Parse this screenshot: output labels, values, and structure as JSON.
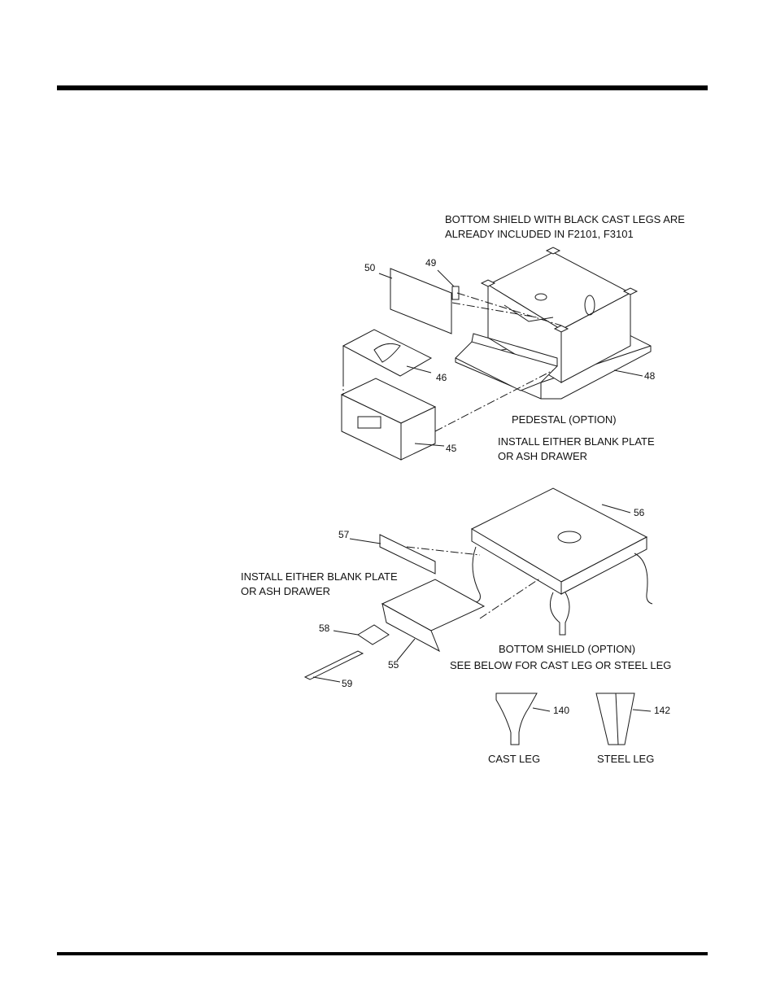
{
  "notes": {
    "bottom_shield_included_line1": "BOTTOM SHIELD WITH BLACK CAST LEGS ARE",
    "bottom_shield_included_line2": "ALREADY INCLUDED IN F2101, F3101",
    "pedestal": "PEDESTAL (OPTION)",
    "install_either_1_line1": "INSTALL EITHER BLANK PLATE",
    "install_either_1_line2": "OR ASH DRAWER",
    "install_either_2_line1": "INSTALL EITHER BLANK PLATE",
    "install_either_2_line2": "OR ASH DRAWER",
    "bottom_shield_option": "BOTTOM SHIELD (OPTION)",
    "see_below": "SEE BELOW FOR CAST LEG OR STEEL LEG",
    "cast_leg": "CAST LEG",
    "steel_leg": "STEEL LEG"
  },
  "part_numbers": {
    "p50": "50",
    "p49": "49",
    "p46": "46",
    "p48": "48",
    "p45": "45",
    "p56": "56",
    "p57": "57",
    "p58": "58",
    "p55": "55",
    "p59": "59",
    "p140": "140",
    "p142": "142"
  }
}
